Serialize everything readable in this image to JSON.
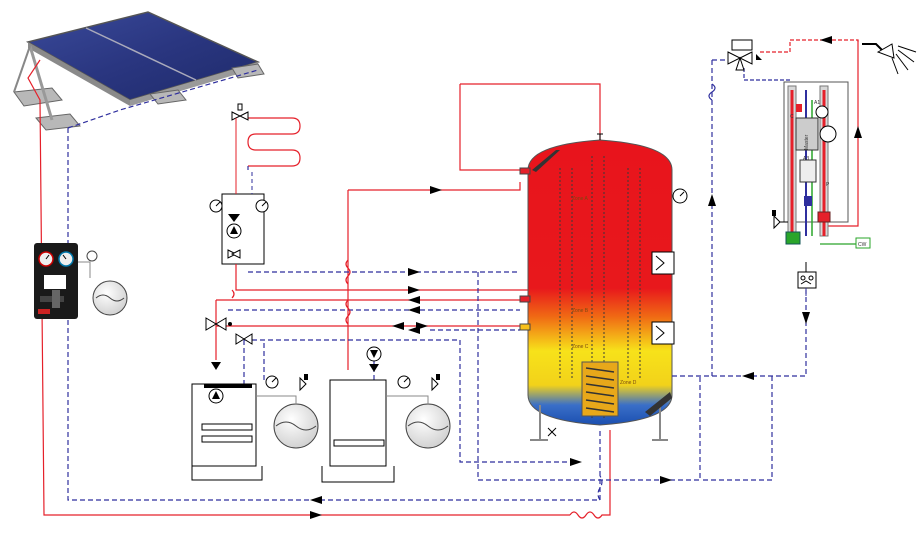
{
  "tank": {
    "zones": [
      "Zone A",
      "Zone B",
      "Zone C",
      "Zone D"
    ]
  },
  "station": {
    "label_a1": "A1",
    "label_a3": "A3",
    "label_master": "Master",
    "label_c": "C",
    "label_p": "P"
  },
  "outlet_tag": "CW",
  "colors": {
    "flow": "#e5202a",
    "return": "#2f2f9e",
    "tank_top": "#e8141c",
    "tank_mid": "#f7e21a",
    "tank_bottom": "#1b5fc0",
    "cold_line": "#2aa52a"
  },
  "icons": [
    "solar-collector-icon",
    "pump-icon",
    "three-way-valve-icon",
    "expansion-vessel-icon",
    "pressure-gauge-icon",
    "safety-valve-icon",
    "heating-element-icon",
    "shower-icon",
    "radiator-coil-icon",
    "boiler-icon",
    "mixing-valve-icon"
  ]
}
